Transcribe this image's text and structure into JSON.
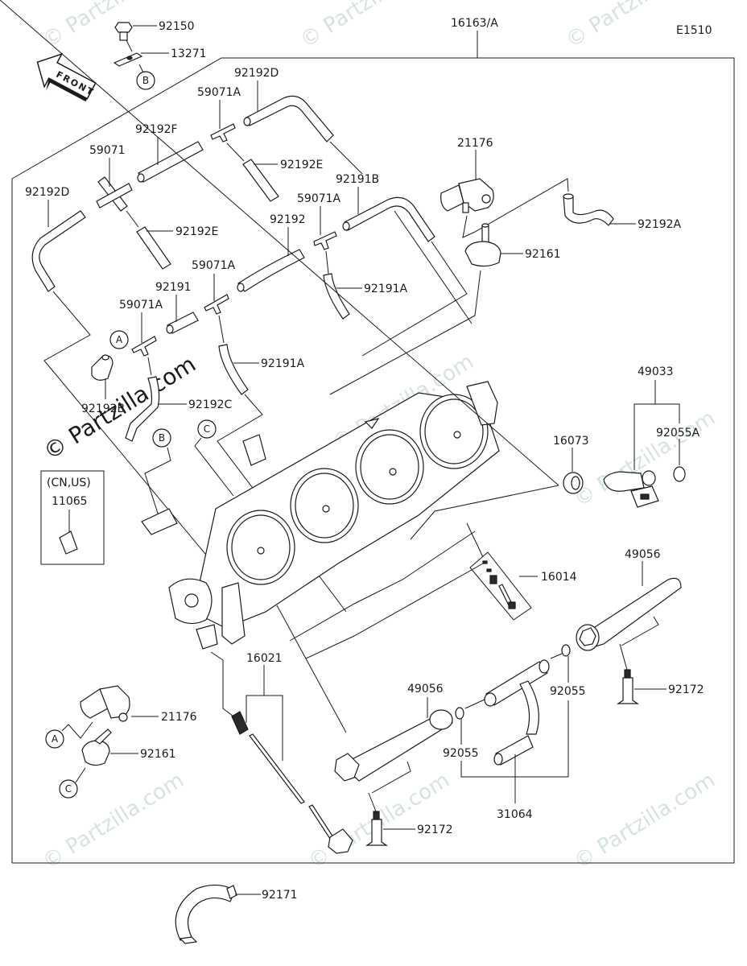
{
  "diagram": {
    "diagram_code": "E1510",
    "assembly_label": "16163/A",
    "front_arrow_text": "FRONT",
    "watermark_text": "© Partzilla.com",
    "region_box_label": "(CN,US)",
    "ref_markers": [
      "A",
      "B",
      "C"
    ],
    "parts": {
      "p92150": "92150",
      "p13271": "13271",
      "p92192D_top": "92192D",
      "p59071A_top": "59071A",
      "p92192F": "92192F",
      "p59071": "59071",
      "p92192E_top": "92192E",
      "p92192D_left": "92192D",
      "p92192E_left": "92192E",
      "p92191B": "92191B",
      "p59071A_mid": "59071A",
      "p92192": "92192",
      "p59071A_c": "59071A",
      "p92191": "92191",
      "p59071A_left": "59071A",
      "p92191A_mid": "92191A",
      "p92191A_low": "92191A",
      "p92192B": "92192B",
      "p92192C": "92192C",
      "p21176_top": "21176",
      "p92192A": "92192A",
      "p92161_top": "92161",
      "p49033": "49033",
      "p92055A": "92055A",
      "p16073": "16073",
      "p11065": "11065",
      "p16014": "16014",
      "p49056_right": "49056",
      "p92172_right": "92172",
      "p16021": "16021",
      "p21176_low": "21176",
      "p92161_low": "92161",
      "p49056_left": "49056",
      "p92055_right": "92055",
      "p92055_left": "92055",
      "p31064": "31064",
      "p92172_low": "92172",
      "p92171": "92171"
    }
  }
}
